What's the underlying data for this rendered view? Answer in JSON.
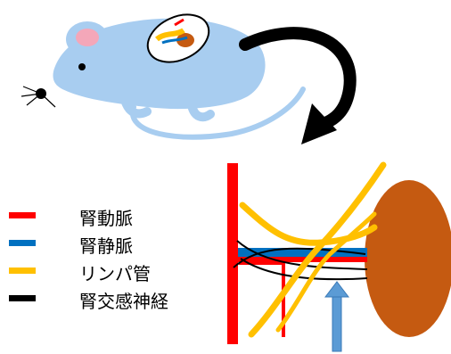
{
  "legend": [
    {
      "label": "腎動脈",
      "color": "#ff0000"
    },
    {
      "label": "腎静脈",
      "color": "#0070c0"
    },
    {
      "label": "リンパ管",
      "color": "#ffc000"
    },
    {
      "label": "腎交感神経",
      "color": "#000000"
    }
  ],
  "colors": {
    "mouse_body": "#a8cdf0",
    "kidney": "#c55a11",
    "arrow_black": "#000000",
    "arrow_blue": "#5b9bd5"
  }
}
